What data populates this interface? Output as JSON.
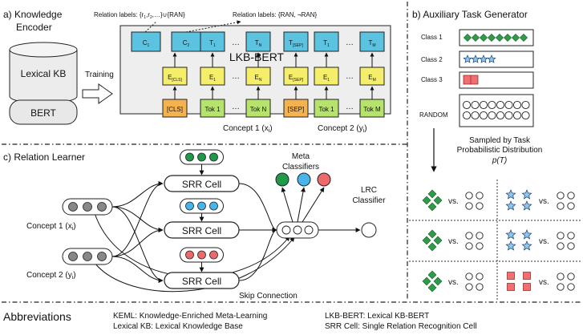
{
  "section_a": {
    "title": "a) Knowledge Encoder",
    "title_line1": "a) Knowledge",
    "title_line2": "Encoder",
    "lexical_kb": "Lexical KB",
    "bert": "BERT",
    "training": "Training",
    "relation_labels_1": "Relation labels: {r",
    "relation_labels_1_rest": ",r",
    "relation_labels_1_end": ",…}∪{RAN}",
    "relation_labels_2": "Relation labels: {RAN, ¬RAN}",
    "lkb_bert": "LKB-BERT",
    "output_tokens": [
      {
        "main": "C",
        "sub": "1"
      },
      {
        "main": "C",
        "sub": "2"
      },
      {
        "main": "T",
        "sub": "1"
      },
      {
        "main": "…",
        "sub": ""
      },
      {
        "main": "T",
        "sub": "N"
      },
      {
        "main": "T",
        "sub": "[SEP]"
      },
      {
        "main": "T",
        "sub": "1"
      },
      {
        "main": "…",
        "sub": ""
      },
      {
        "main": "T",
        "sub": "M"
      }
    ],
    "embeddings": [
      {
        "main": "E",
        "sub": "[CLS]"
      },
      {
        "main": "E",
        "sub": "1"
      },
      {
        "main": "…",
        "sub": ""
      },
      {
        "main": "E",
        "sub": "N"
      },
      {
        "main": "E",
        "sub": "[SEP]"
      },
      {
        "main": "E",
        "sub": "1"
      },
      {
        "main": "…",
        "sub": ""
      },
      {
        "main": "E",
        "sub": "M"
      }
    ],
    "input_tokens": [
      "[CLS]",
      "Tok 1",
      "…",
      "Tok N",
      "[SEP]",
      "Tok 1",
      "…",
      "Tok M"
    ],
    "concept1": "Concept 1 (x",
    "concept1_sub": "i",
    "concept2": "Concept 2  (y",
    "concept2_sub": "i"
  },
  "section_b": {
    "title": "b) Auxiliary Task Generator",
    "class1": "Class 1",
    "class2": "Class 2",
    "class3": "Class 3",
    "random": "RANDOM",
    "sampled_line1": "Sampled by Task",
    "sampled_line2": "Probabilistic Distribution",
    "pt": "p(T)",
    "vs": "vs."
  },
  "section_c": {
    "title": "c) Relation Learner",
    "srr_cell": "SRR Cell",
    "meta_line1": "Meta",
    "meta_line2": "Classifiers",
    "lrc_line1": "LRC",
    "lrc_line2": "Classifier",
    "concept1": "Concept 1 (x",
    "concept1_sub": "i",
    "concept2": "Concept 2  (y",
    "concept2_sub": "i",
    "skip": "Skip Connection"
  },
  "abbreviations": {
    "title": "Abbreviations",
    "items": [
      "KEML: Knowledge-Enriched Meta-Learning",
      "Lexical KB: Lexical Knowledge Base",
      "LKB-BERT: Lexical KB-BERT",
      "SRR Cell: Single Relation Recognition Cell"
    ]
  },
  "colors": {
    "blue_token": "#5BC3E0",
    "yellow_embed": "#F5EE6A",
    "orange_token": "#F5B350",
    "green_token": "#B5E36B",
    "gray_box": "#EEEEEE",
    "green_node": "#1E9A4A",
    "blue_node": "#48B4EA",
    "red_node": "#EE6A6A",
    "diamond_green": "#2E9B48",
    "star_blue": "#8CC8EE",
    "square_red": "#F07070"
  }
}
